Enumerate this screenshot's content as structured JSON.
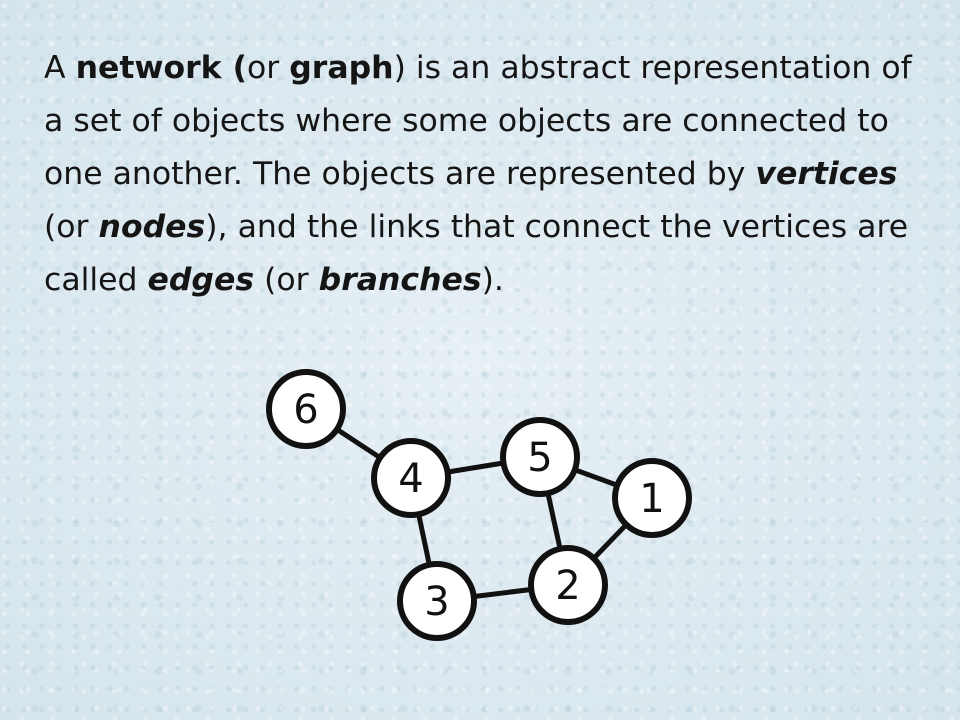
{
  "paragraph": {
    "segments": [
      {
        "text": "A ",
        "style": "normal"
      },
      {
        "text": "network (",
        "style": "bold"
      },
      {
        "text": "or ",
        "style": "normal"
      },
      {
        "text": "graph",
        "style": "bold"
      },
      {
        "text": ") is an abstract representation of a set of objects where some objects are connected to one another. The objects are represented by ",
        "style": "normal"
      },
      {
        "text": "vertices",
        "style": "bold-italic"
      },
      {
        "text": " (or ",
        "style": "normal"
      },
      {
        "text": "nodes",
        "style": "bold-italic"
      },
      {
        "text": "), and the links that connect the vertices are called ",
        "style": "normal"
      },
      {
        "text": "edges",
        "style": "bold-italic"
      },
      {
        "text": " (or ",
        "style": "normal"
      },
      {
        "text": "branches",
        "style": "bold-italic"
      },
      {
        "text": ").",
        "style": "normal"
      }
    ]
  },
  "graph": {
    "nodes": [
      {
        "id": "6",
        "label": "6"
      },
      {
        "id": "4",
        "label": "4"
      },
      {
        "id": "5",
        "label": "5"
      },
      {
        "id": "1",
        "label": "1"
      },
      {
        "id": "3",
        "label": "3"
      },
      {
        "id": "2",
        "label": "2"
      }
    ],
    "edges": [
      {
        "from": "6",
        "to": "4"
      },
      {
        "from": "4",
        "to": "5"
      },
      {
        "from": "5",
        "to": "1"
      },
      {
        "from": "5",
        "to": "2"
      },
      {
        "from": "1",
        "to": "2"
      },
      {
        "from": "4",
        "to": "3"
      },
      {
        "from": "3",
        "to": "2"
      }
    ]
  }
}
